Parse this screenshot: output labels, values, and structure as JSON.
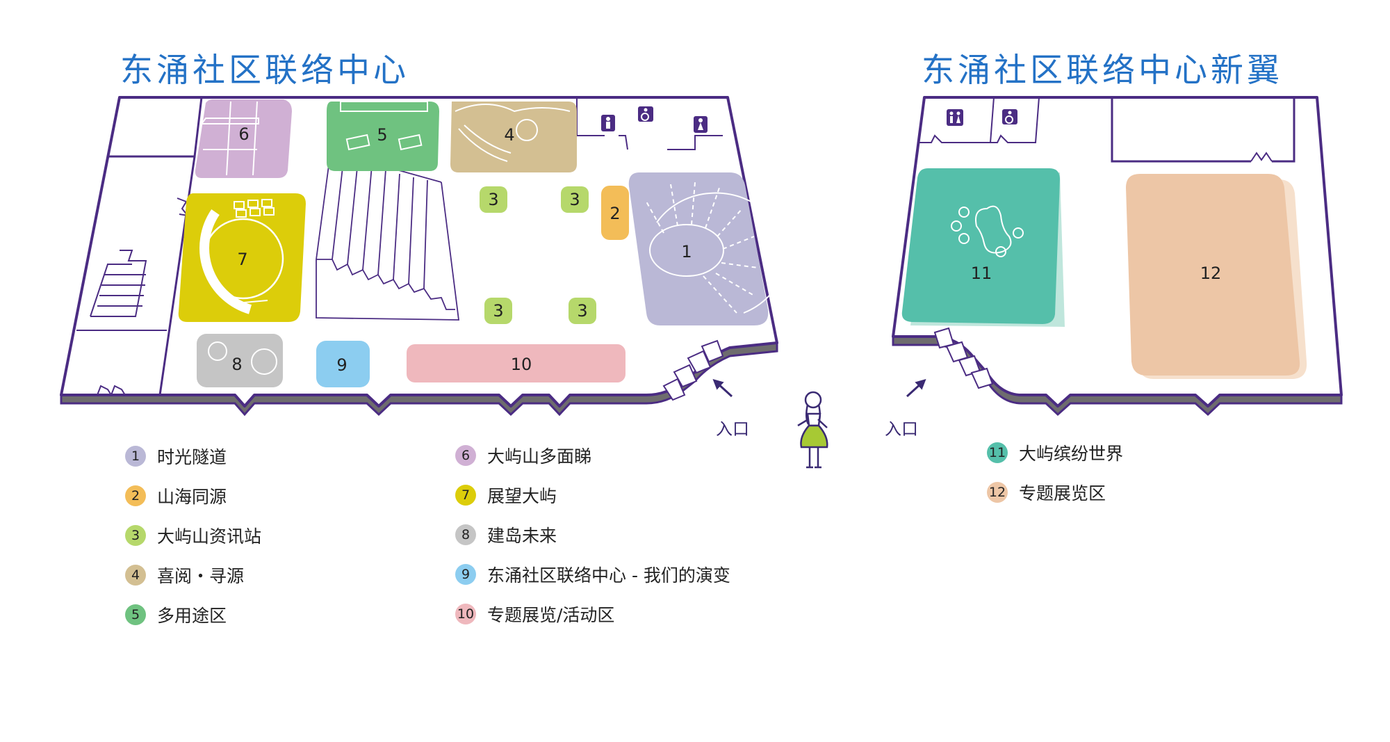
{
  "titles": {
    "main": "东涌社区联络中心",
    "wing": "东涌社区联络中心新翼"
  },
  "entrance_label": "入口",
  "zones": [
    {
      "num": "1",
      "name": "时光隧道",
      "color": "#bab8d6"
    },
    {
      "num": "2",
      "name": "山海同源",
      "color": "#f3bd58"
    },
    {
      "num": "3",
      "name": "大屿山资讯站",
      "color": "#b6d86b"
    },
    {
      "num": "4",
      "name": "喜阅・寻源",
      "color": "#d3bf92"
    },
    {
      "num": "5",
      "name": "多用途区",
      "color": "#6fc280"
    },
    {
      "num": "6",
      "name": "大屿山多面睇",
      "color": "#d0b0d4"
    },
    {
      "num": "7",
      "name": "展望大屿",
      "color": "#dccd0a"
    },
    {
      "num": "8",
      "name": "建岛未来",
      "color": "#c5c5c5"
    },
    {
      "num": "9",
      "name": "东涌社区联络中心 - 我们的演变",
      "color": "#8ccdf0"
    },
    {
      "num": "10",
      "name": "专题展览/活动区",
      "color": "#efb8bd"
    },
    {
      "num": "11",
      "name": "大屿缤纷世界",
      "color": "#55bfaa"
    },
    {
      "num": "12",
      "name": "专题展览区",
      "color": "#edc6a6"
    }
  ],
  "legend_columns": [
    [
      "1",
      "2",
      "3",
      "4",
      "5"
    ],
    [
      "6",
      "7",
      "8",
      "9",
      "10"
    ],
    [
      "11",
      "12"
    ]
  ],
  "icons": [
    "male-toilet-icon",
    "accessible-toilet-icon",
    "female-toilet-icon",
    "unisex-toilet-icon",
    "entrance-arrow-icon",
    "visitor-figure-icon",
    "staircase-icon",
    "spiral-staircase-icon"
  ],
  "outline_color": "#4b2c83"
}
